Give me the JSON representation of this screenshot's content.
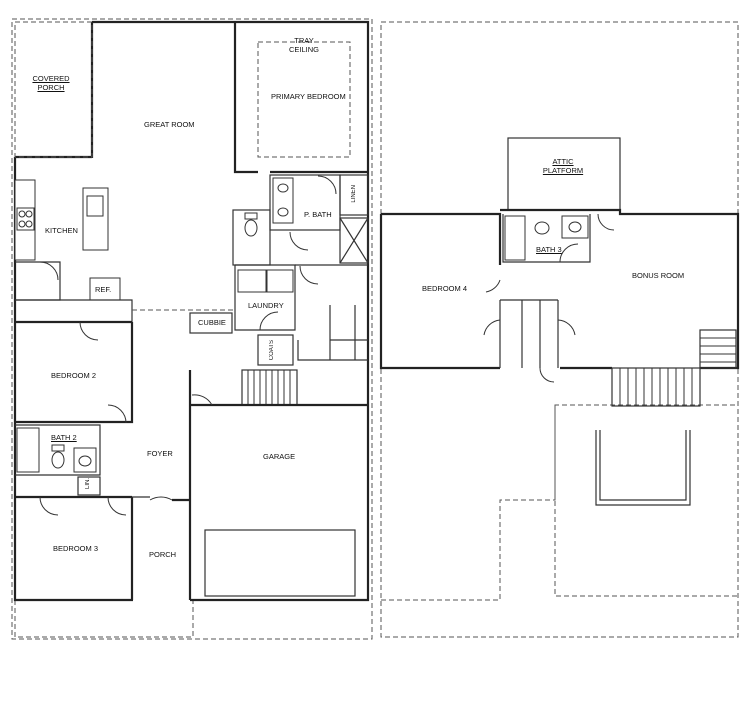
{
  "floor_plan": {
    "rooms": {
      "covered_porch": "COVERED PORCH",
      "great_room": "GREAT ROOM",
      "tray_ceiling": "TRAY CEILING",
      "primary_bedroom": "PRIMARY BEDROOM",
      "kitchen": "KITCHEN",
      "p_bath": "P. BATH",
      "linen_upper": "LINEN",
      "ref": "REF.",
      "laundry": "LAUNDRY",
      "cubbie": "CUBBIE",
      "coats": "COATS",
      "bedroom_2": "BEDROOM 2",
      "bath_2": "BATH 2",
      "lin": "LIN.",
      "foyer": "FOYER",
      "garage": "GARAGE",
      "bedroom_3": "BEDROOM 3",
      "porch": "PORCH",
      "attic_platform": "ATTIC PLATFORM",
      "bath_3": "BATH 3",
      "bedroom_4": "BEDROOM 4",
      "bonus_room": "BONUS ROOM"
    }
  }
}
